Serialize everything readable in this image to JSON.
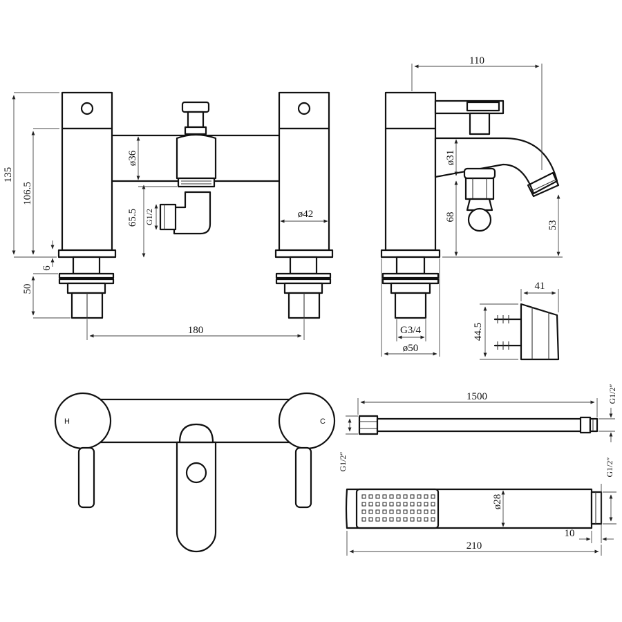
{
  "front_view": {
    "height_total": "135",
    "height_to_body": "106.5",
    "outlet_height": "65.5",
    "outlet_thread": "G1/2",
    "body_diameter": "ø36",
    "column_diameter": "ø42",
    "flange_thickness": "6",
    "tail_length": "50",
    "centres": "180"
  },
  "side_view": {
    "projection": "110",
    "spout_diameter": "ø31",
    "outlet_height": "68",
    "spout_clearance": "53",
    "tail_thread": "G3/4",
    "base_diameter": "ø50"
  },
  "wall_bracket": {
    "width": "41",
    "height": "44.5"
  },
  "top_view": {
    "hot_mark": "H",
    "cold_mark": "C"
  },
  "hose": {
    "length": "1500",
    "left_thread": "G1/2″",
    "right_thread": "G1/2″"
  },
  "handset": {
    "length": "210",
    "diameter": "ø28",
    "connector_length": "10",
    "thread": "G1/2″"
  }
}
